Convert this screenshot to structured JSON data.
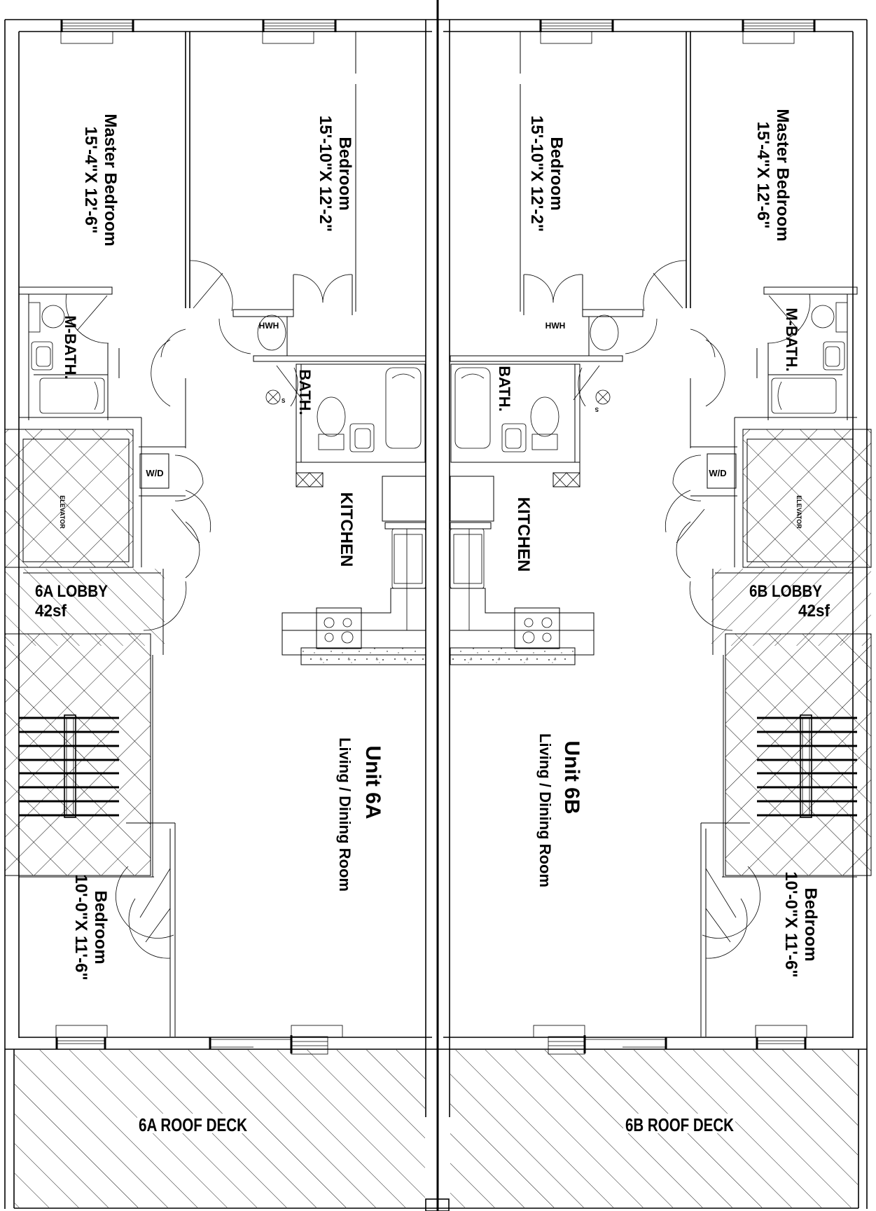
{
  "plan": {
    "unit_a": {
      "unit_title": "Unit 6A",
      "living_label": "Living / Dining Room",
      "kitchen_label": "KITCHEN",
      "bath_label": "BATH.",
      "master_bath_label": "M-BATH.",
      "hot_water_heater_label": "HWH",
      "washer_dryer_label": "W/D",
      "elevator_label": "ELEVATOR",
      "lobby_label": "6A LOBBY",
      "lobby_area": "42sf",
      "roof_deck_label": "6A ROOF DECK",
      "master_bedroom": {
        "name": "Master Bedroom",
        "size": "15'-4\"X 12'-6\""
      },
      "bedroom_upper": {
        "name": "Bedroom",
        "size": "15'-10\"X 12'-2\""
      },
      "bedroom_lower": {
        "name": "Bedroom",
        "size": "10'-0\"X 11'-6\""
      },
      "smoke_detector_mark": "S"
    },
    "unit_b": {
      "unit_title": "Unit 6B",
      "living_label": "Living / Dining Room",
      "kitchen_label": "KITCHEN",
      "bath_label": "BATH.",
      "master_bath_label": "M-BATH.",
      "hot_water_heater_label": "HWH",
      "washer_dryer_label": "W/D",
      "elevator_label": "ELEVATOR",
      "lobby_label": "6B LOBBY",
      "lobby_area": "42sf",
      "roof_deck_label": "6B ROOF DECK",
      "master_bedroom": {
        "name": "Master Bedroom",
        "size": "15'-4\"X 12'-6\""
      },
      "bedroom_upper": {
        "name": "Bedroom",
        "size": "15'-10\"X 12'-2\""
      },
      "bedroom_lower": {
        "name": "Bedroom",
        "size": "10'-0\"X 11'-6\""
      },
      "smoke_detector_mark": "S"
    }
  }
}
